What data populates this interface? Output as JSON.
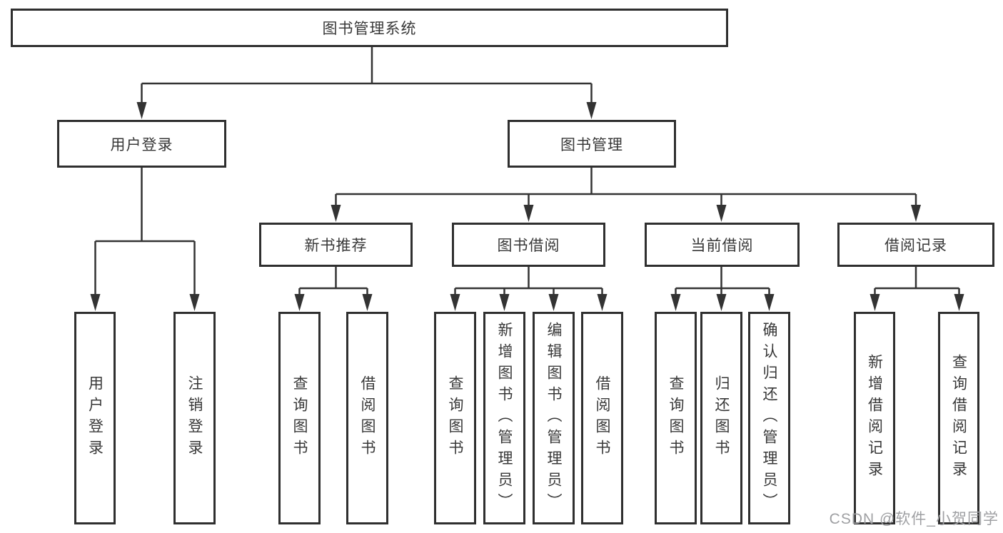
{
  "diagram": {
    "root": {
      "label": "图书管理系统"
    },
    "branches": [
      {
        "label": "用户登录",
        "children": [
          {
            "label": "用户登录"
          },
          {
            "label": "注销登录"
          }
        ]
      },
      {
        "label": "图书管理",
        "children": [
          {
            "label": "新书推荐",
            "children": [
              {
                "label": "查询图书"
              },
              {
                "label": "借阅图书"
              }
            ]
          },
          {
            "label": "图书借阅",
            "children": [
              {
                "label": "查询图书"
              },
              {
                "label": "新增图书（管理员）"
              },
              {
                "label": "编辑图书（管理员）"
              },
              {
                "label": "借阅图书"
              }
            ]
          },
          {
            "label": "当前借阅",
            "children": [
              {
                "label": "查询图书"
              },
              {
                "label": "归还图书"
              },
              {
                "label": "确认归还（管理员）"
              }
            ]
          },
          {
            "label": "借阅记录",
            "children": [
              {
                "label": "新增借阅记录"
              },
              {
                "label": "查询借阅记录"
              }
            ]
          }
        ]
      }
    ]
  },
  "watermark": {
    "text": "CSDN @软件_小贺同学"
  },
  "colors": {
    "line": "#333333",
    "box_border": "#2f2f2f",
    "text": "#383838",
    "watermark": "#9fa0a3",
    "background": "#ffffff"
  }
}
